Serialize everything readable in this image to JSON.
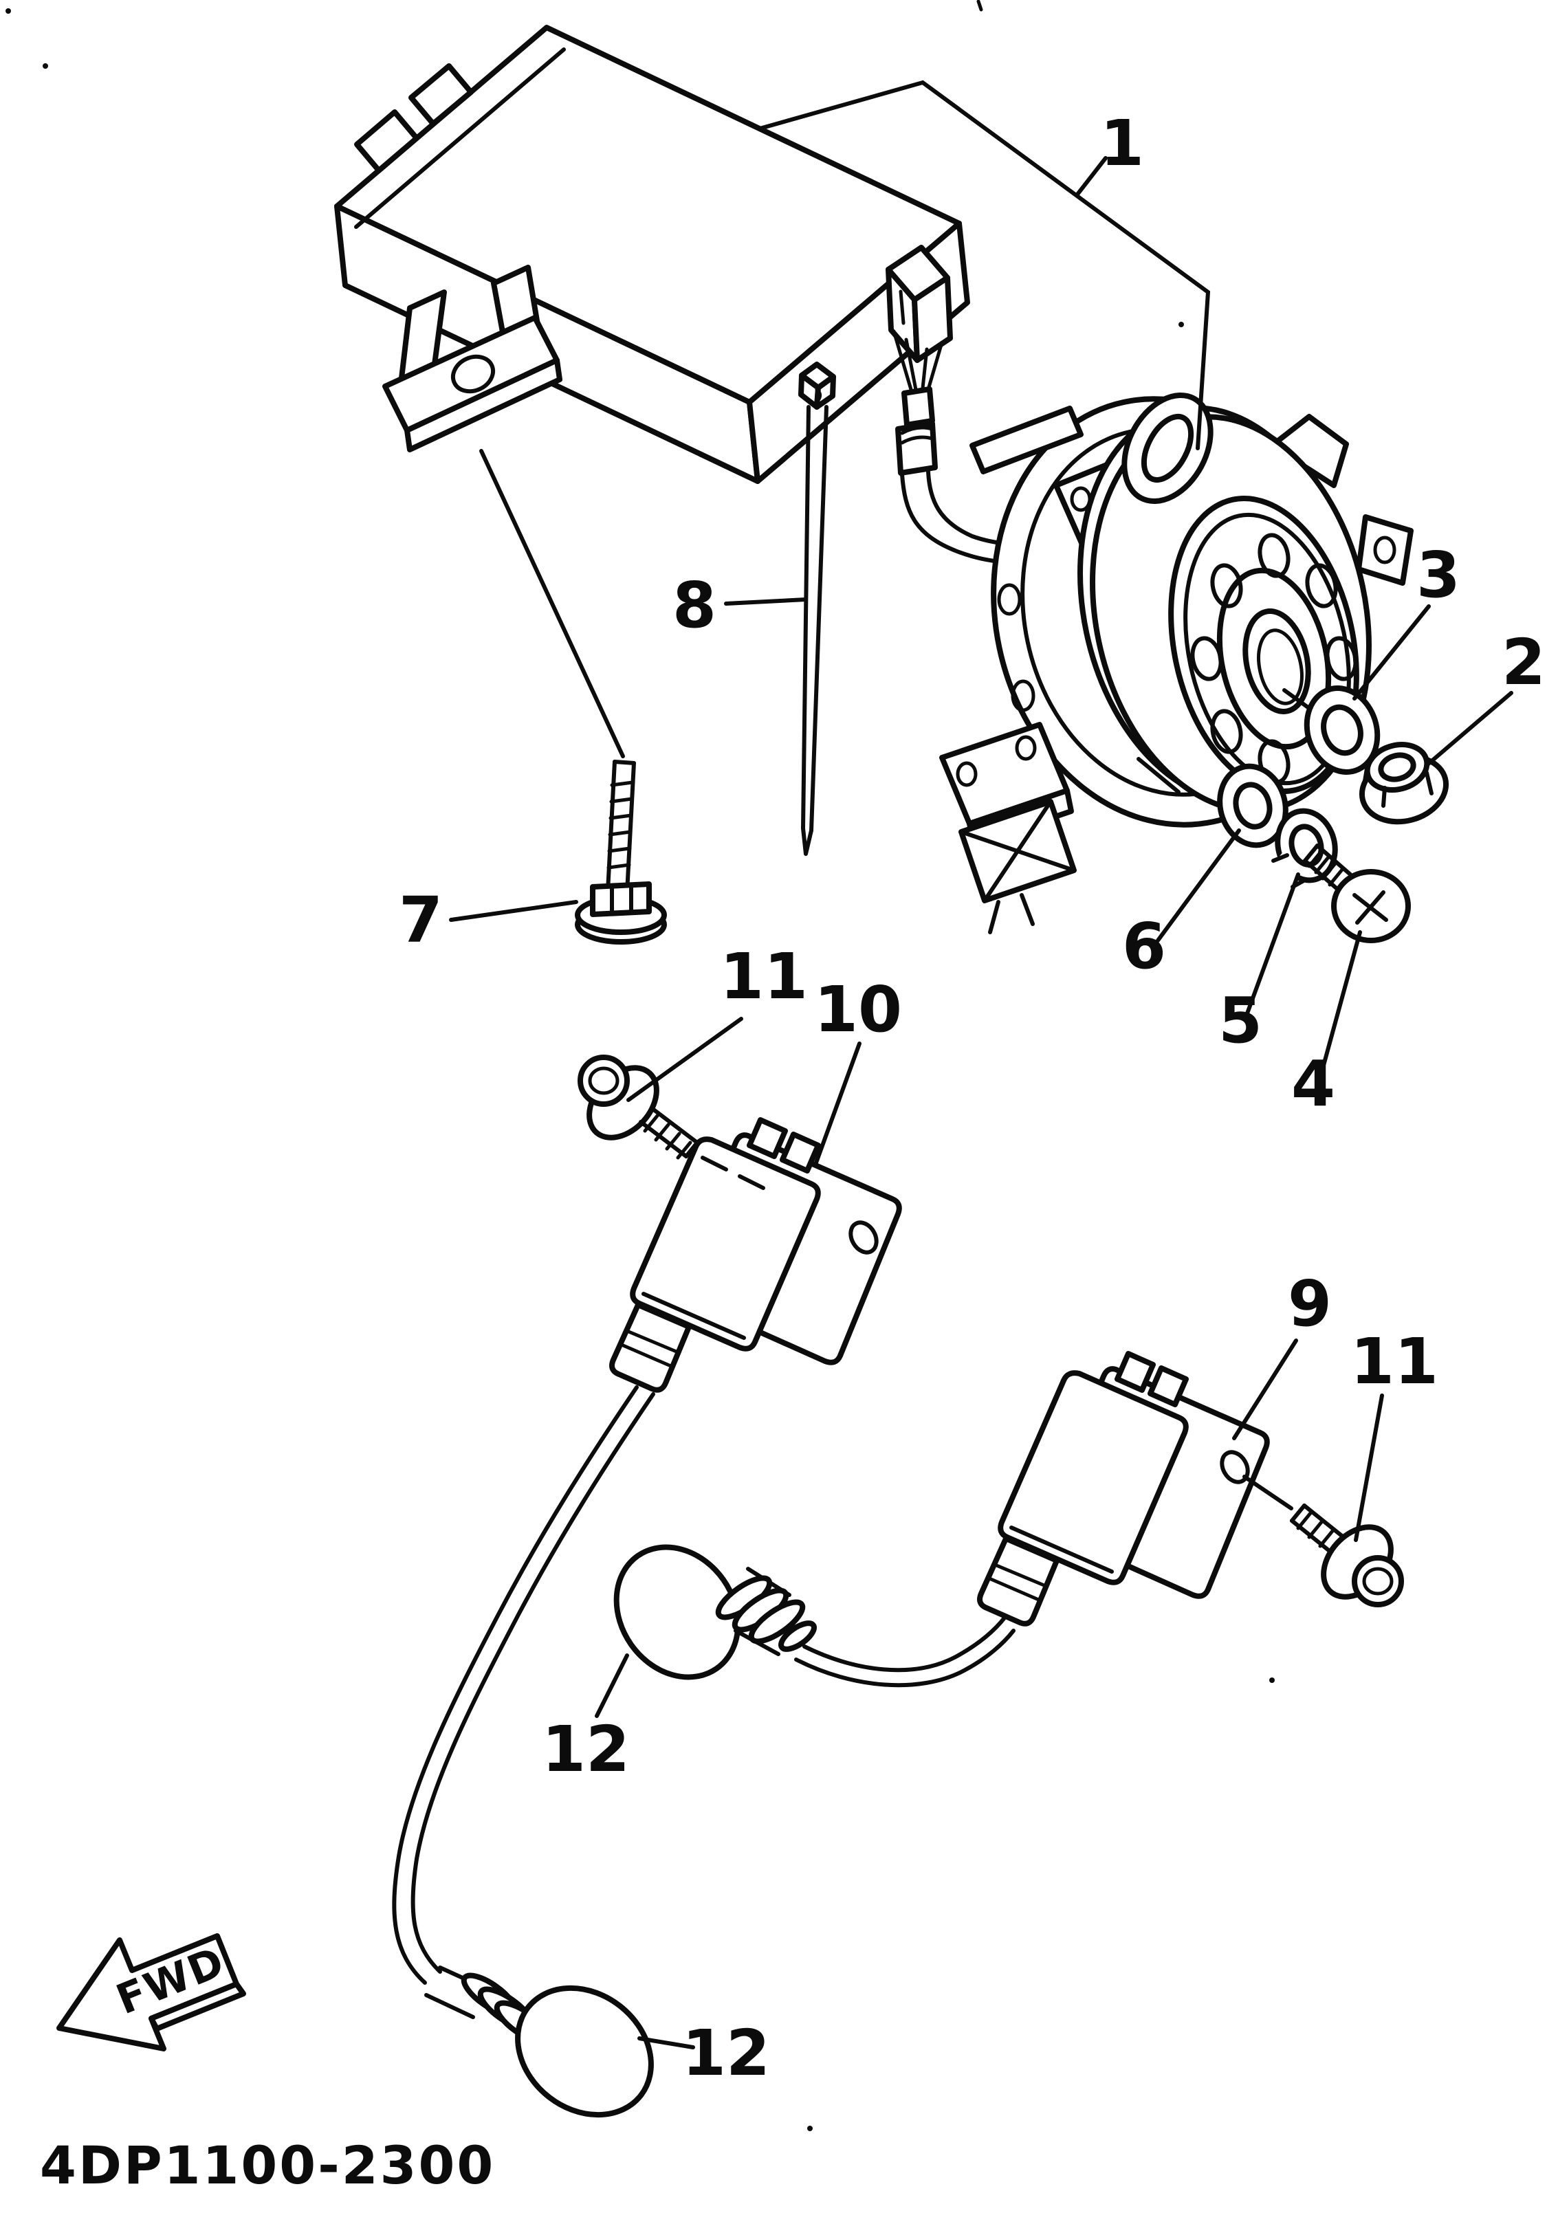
{
  "colors": {
    "ink": "#0c0c0c",
    "paper": "#ffffff"
  },
  "diagram": {
    "part_code": "4DP1100-2300",
    "fwd_arrow": {
      "label": "FWD"
    },
    "callouts": {
      "item1": {
        "num": "1"
      },
      "item2": {
        "num": "2"
      },
      "item3": {
        "num": "3"
      },
      "item4": {
        "num": "4"
      },
      "item5": {
        "num": "5"
      },
      "item6": {
        "num": "6"
      },
      "item7": {
        "num": "7"
      },
      "item8": {
        "num": "8"
      },
      "item9": {
        "num": "9"
      },
      "item10": {
        "num": "10"
      },
      "item11a": {
        "num": "11"
      },
      "item11b": {
        "num": "11"
      },
      "item12a": {
        "num": "12"
      },
      "item12b": {
        "num": "12"
      }
    }
  }
}
